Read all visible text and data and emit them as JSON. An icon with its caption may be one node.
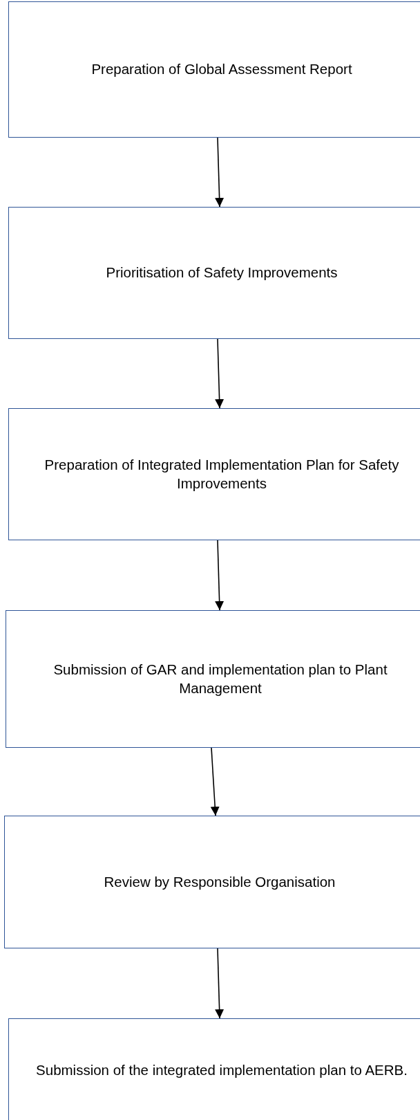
{
  "diagram": {
    "nodes": [
      {
        "text": [
          "Preparation of Global Assessment Report"
        ]
      },
      {
        "text": [
          "Prioritisation of Safety Improvements"
        ]
      },
      {
        "text": [
          "Preparation of Integrated Implementation Plan for Safety Improvements"
        ]
      },
      {
        "text": [
          "Submission of GAR and implementation plan to Plant Management"
        ]
      },
      {
        "text": [
          "Review by Responsible Organisation"
        ]
      },
      {
        "text": [
          "Submission of the integrated implementation plan to AERB."
        ]
      }
    ],
    "edges": [
      {
        "from": 0,
        "to": 1,
        "arrow": "to"
      },
      {
        "from": 1,
        "to": 2,
        "arrow": "to"
      },
      {
        "from": 2,
        "to": 3,
        "arrow": "to"
      },
      {
        "from": 3,
        "to": 4,
        "arrow": "to"
      },
      {
        "from": 4,
        "to": 5,
        "arrow": "to"
      }
    ]
  }
}
